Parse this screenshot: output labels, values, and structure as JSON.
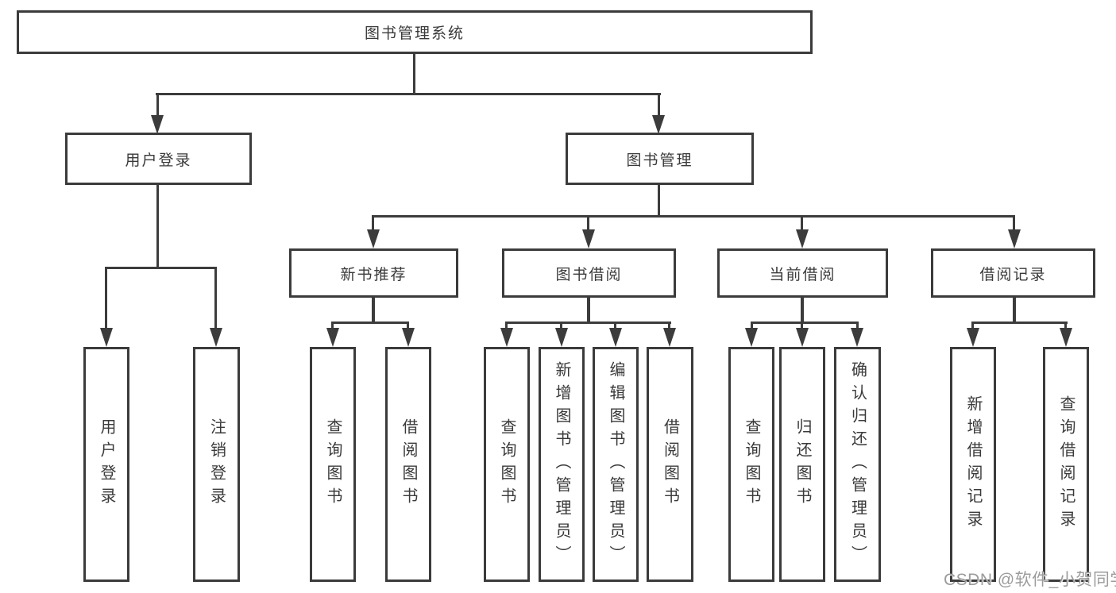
{
  "nodes": {
    "root": "图书管理系统",
    "login_module": "用户登录",
    "book_mgmt": "图书管理",
    "new_book_rec": "新书推荐",
    "book_borrow": "图书借阅",
    "current_borrow": "当前借阅",
    "borrow_records": "借阅记录",
    "user_login": "用户登录",
    "logout": "注销登录",
    "nb_query": "查询图书",
    "nb_borrow": "借阅图书",
    "bb_query": "查询图书",
    "bb_add": "新增图书（管理员）",
    "bb_edit": "编辑图书（管理员）",
    "bb_borrow": "借阅图书",
    "cb_query": "查询图书",
    "cb_return": "归还图书",
    "cb_confirm": "确认归还（管理员）",
    "br_add": "新增借阅记录",
    "br_query": "查询借阅记录"
  },
  "hierarchy": {
    "图书管理系统": {
      "用户登录": [
        "用户登录",
        "注销登录"
      ],
      "图书管理": {
        "新书推荐": [
          "查询图书",
          "借阅图书"
        ],
        "图书借阅": [
          "查询图书",
          "新增图书（管理员）",
          "编辑图书（管理员）",
          "借阅图书"
        ],
        "当前借阅": [
          "查询图书",
          "归还图书",
          "确认归还（管理员）"
        ],
        "借阅记录": [
          "新增借阅记录",
          "查询借阅记录"
        ]
      }
    }
  },
  "watermark": "CSDN @软件_小贺同学",
  "colors": {
    "line": "#3c3c3c",
    "border": "#3b3b3b",
    "text": "#3a3a3a",
    "watermark": "#9c9c9c",
    "background": "#ffffff"
  }
}
